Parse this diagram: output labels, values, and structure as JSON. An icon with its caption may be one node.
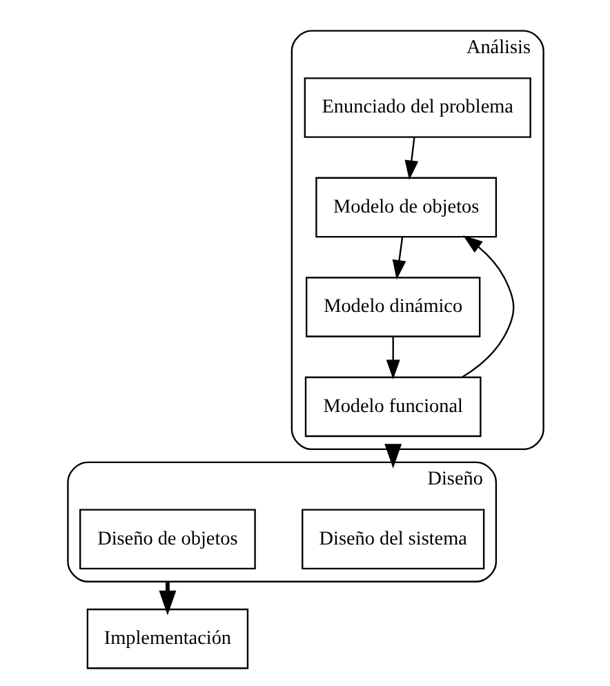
{
  "diagram": {
    "nodes": [
      {
        "text": [
          "Análisis"
        ]
      },
      {
        "text": [
          "Enunciado del problema"
        ],
        "in": 0
      },
      {
        "text": [
          "Modelo de objetos"
        ],
        "in": 0
      },
      {
        "text": [
          "Modelo dinámico"
        ],
        "in": 0
      },
      {
        "text": [
          "Modelo funcional"
        ],
        "in": 0
      },
      {
        "text": [
          "Diseño"
        ]
      },
      {
        "text": [
          "Diseño del sistema"
        ],
        "in": 5
      },
      {
        "text": [
          "Diseño de objetos"
        ],
        "in": 5
      },
      {
        "text": [
          "Implementación"
        ]
      }
    ],
    "edges": [
      {
        "from": 1,
        "to": 2,
        "arrow": "to"
      },
      {
        "from": 2,
        "to": 3,
        "arrow": "to"
      },
      {
        "from": 3,
        "to": 4,
        "arrow": "to"
      },
      {
        "from": 4,
        "to": 2,
        "arrow": "to"
      },
      {
        "from": 0,
        "to": 5,
        "arrow": "to",
        "style": "thick"
      },
      {
        "from": 5,
        "to": 8,
        "arrow": "to",
        "style": "thick"
      }
    ]
  }
}
